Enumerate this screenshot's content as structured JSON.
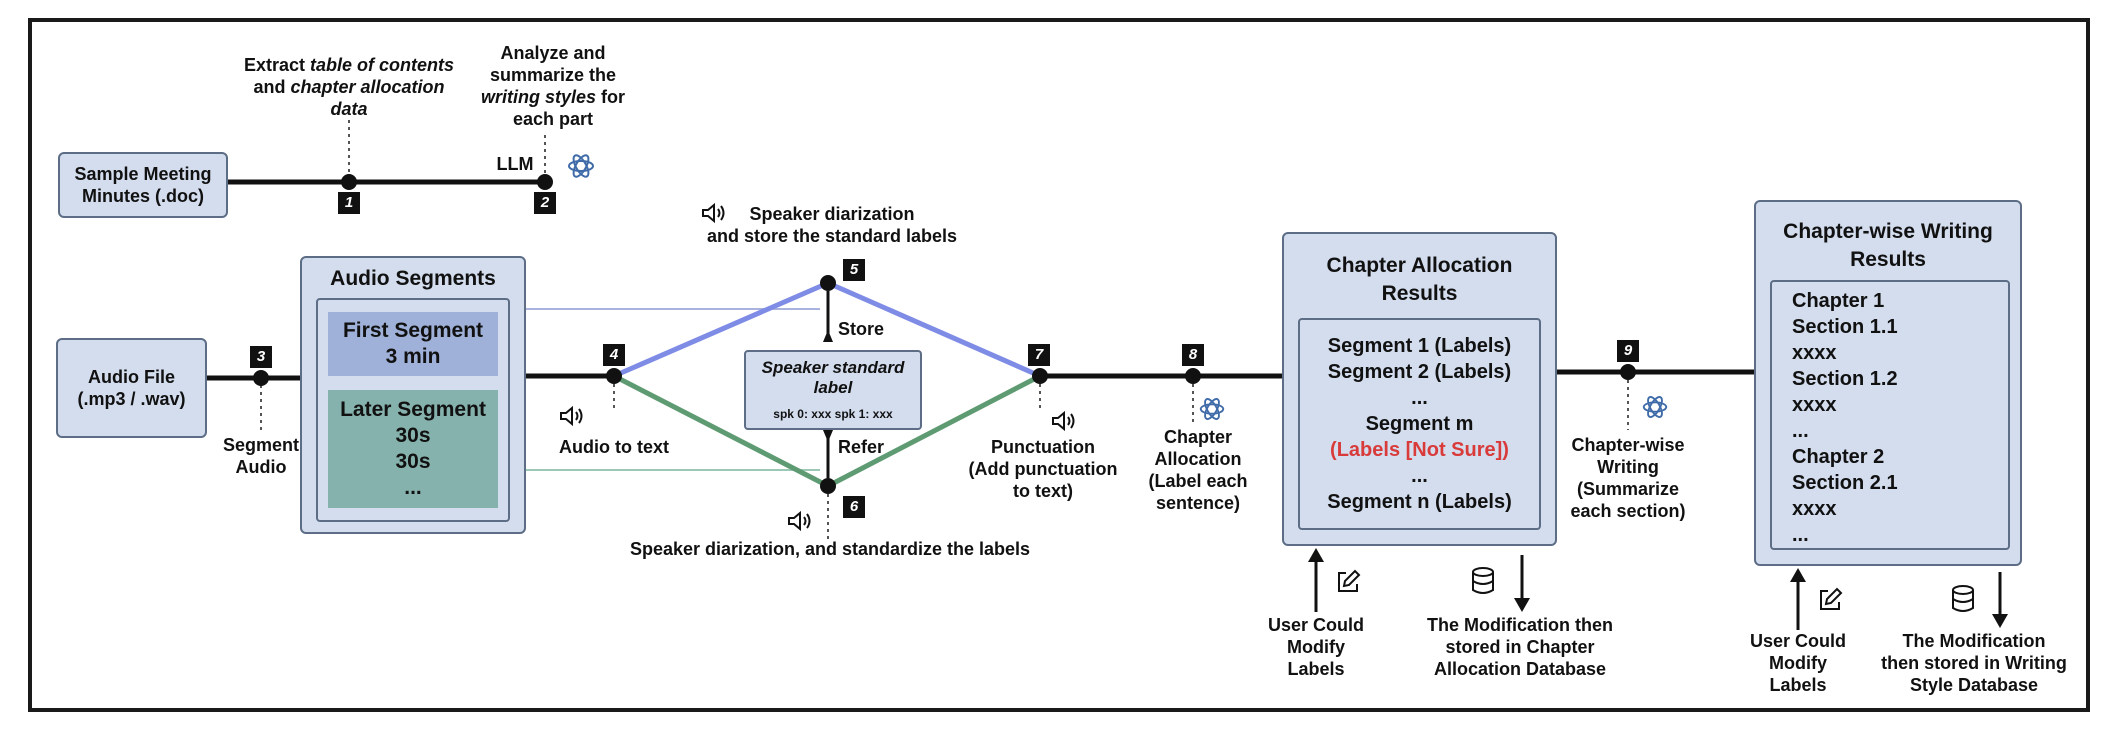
{
  "colors": {
    "box_fill": "#d3ddee",
    "box_border": "#5d6d86",
    "first_segment_fill": "#9fb1d8",
    "later_segment_fill": "#86b2ad",
    "store_path": "#7f8ce6",
    "refer_path": "#5e9b72",
    "warning_text": "#d93a3a"
  },
  "icons": {
    "llm": "openai-logo-icon",
    "audio": "speaker-icon",
    "edit": "edit-icon",
    "database": "database-icon",
    "arrow_up": "arrow-up-icon",
    "arrow_down": "arrow-down-icon"
  },
  "top": {
    "sample_minutes": "Sample Meeting\nMinutes (.doc)",
    "step1_num": "1",
    "step1_pre": "Extract ",
    "step1_em1": "table of contents",
    "step1_mid": " and ",
    "step1_em2": "chapter allocation data",
    "step2_num": "2",
    "step2_pre": "Analyze and summarize the ",
    "step2_em": "writing styles",
    "step2_post": " for each part",
    "llm_label": "LLM"
  },
  "audio": {
    "file": "Audio File\n(.mp3 / .wav)",
    "step3_num": "3",
    "step3_label": "Segment\nAudio",
    "segments_title": "Audio Segments",
    "first_segment": "First Segment\n3 min",
    "later_segment": "Later Segment\n30s\n30s\n..."
  },
  "diarization": {
    "step4_num": "4",
    "step4_label": "Audio to text",
    "step5_num": "5",
    "step5_label": "Speaker  diarization\nand store the standard labels",
    "store": "Store",
    "refer": "Refer",
    "standard_title": "Speaker standard\nlabel",
    "standard_sub": "spk 0: xxx  spk 1: xxx",
    "step6_num": "6",
    "step6_label": "Speaker  diarization, and standardize the labels",
    "step7_num": "7",
    "step7_label": "Punctuation\n(Add punctuation\nto text)"
  },
  "chapter": {
    "step8_num": "8",
    "step8_label": "Chapter\nAllocation\n(Label each\nsentence)",
    "results_title": "Chapter Allocation\nResults",
    "lines": [
      "Segment 1 (Labels)",
      "Segment 2 (Labels)",
      "...",
      "Segment m"
    ],
    "not_sure": "(Labels [Not Sure])",
    "lines_end": [
      "...",
      "Segment n (Labels)"
    ],
    "user_modify": "User Could\nModify\nLabels",
    "db_note": "The Modification then\nstored in Chapter\nAllocation Database"
  },
  "writing": {
    "step9_num": "9",
    "step9_label": "Chapter-wise\nWriting\n(Summarize\neach section)",
    "results_title": "Chapter-wise Writing\nResults",
    "lines": [
      "Chapter 1",
      "Section 1.1",
      "xxxx",
      "Section 1.2",
      "xxxx",
      "...",
      "Chapter 2",
      "Section 2.1",
      "xxxx",
      "..."
    ],
    "user_modify": "User Could\nModify\nLabels",
    "db_note": "The Modification\nthen stored in Writing\nStyle Database"
  }
}
